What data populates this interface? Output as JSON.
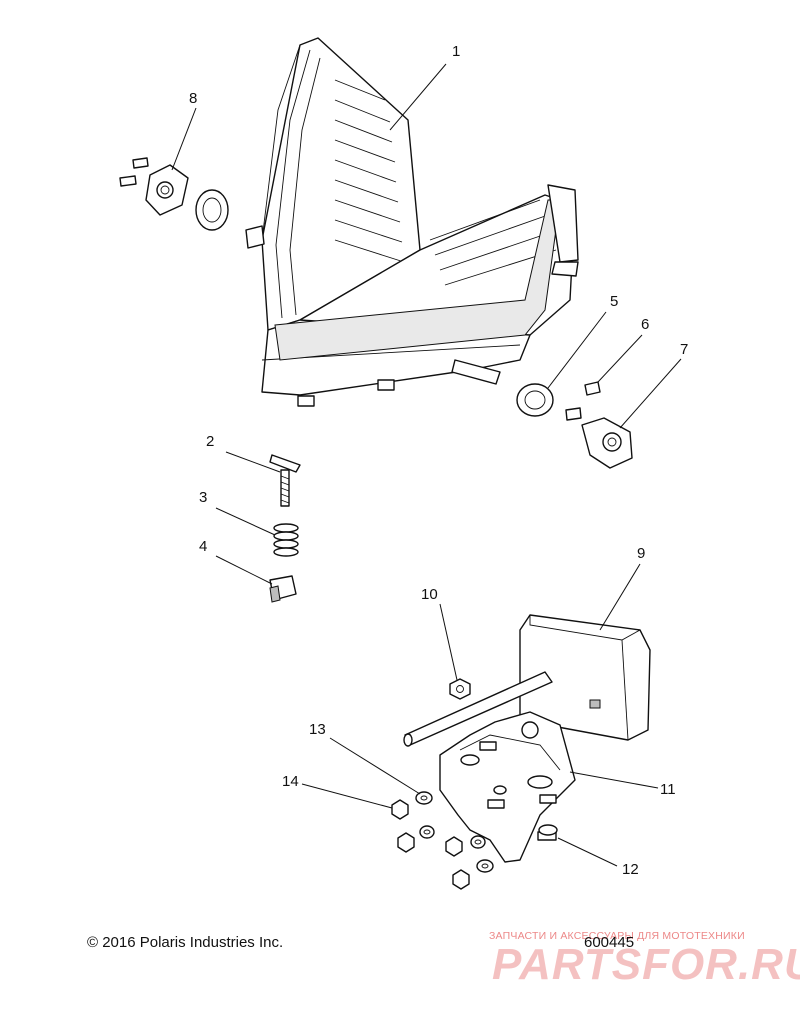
{
  "callouts": [
    "1",
    "2",
    "3",
    "4",
    "5",
    "6",
    "7",
    "8",
    "9",
    "10",
    "11",
    "12",
    "13",
    "14"
  ],
  "copyright": "© 2016 Polaris Industries Inc.",
  "document_number": "600445",
  "watermark": {
    "tagline": "ЗАПЧАСТИ И АКСЕССУАРЫ ДЛЯ МОТОТЕХНИКИ",
    "brand": "PARTSFOR.RU"
  }
}
